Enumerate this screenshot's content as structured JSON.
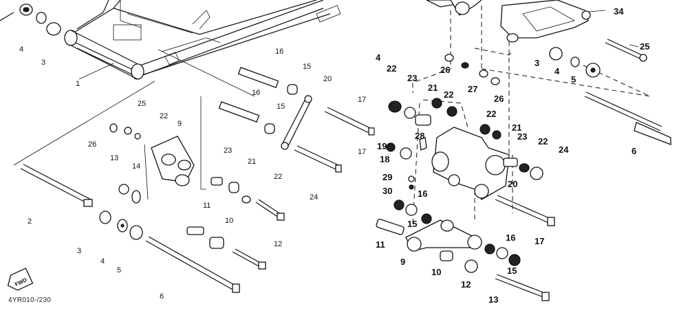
{
  "caption": "4YR010-/230",
  "badge": "FWD",
  "left_callouts": [
    {
      "n": "4"
    },
    {
      "n": "3"
    },
    {
      "n": "1"
    },
    {
      "n": "16"
    },
    {
      "n": "15"
    },
    {
      "n": "16"
    },
    {
      "n": "15"
    },
    {
      "n": "20"
    },
    {
      "n": "17"
    },
    {
      "n": "17"
    },
    {
      "n": "25"
    },
    {
      "n": "22"
    },
    {
      "n": "9"
    },
    {
      "n": "26"
    },
    {
      "n": "13"
    },
    {
      "n": "14"
    },
    {
      "n": "23"
    },
    {
      "n": "21"
    },
    {
      "n": "22"
    },
    {
      "n": "24"
    },
    {
      "n": "2"
    },
    {
      "n": "11"
    },
    {
      "n": "10"
    },
    {
      "n": "12"
    },
    {
      "n": "3"
    },
    {
      "n": "4"
    },
    {
      "n": "5"
    },
    {
      "n": "6"
    }
  ],
  "right_callouts": [
    {
      "n": "34"
    },
    {
      "n": "25"
    },
    {
      "n": "3"
    },
    {
      "n": "4"
    },
    {
      "n": "5"
    },
    {
      "n": "26"
    },
    {
      "n": "27"
    },
    {
      "n": "26"
    },
    {
      "n": "4"
    },
    {
      "n": "22"
    },
    {
      "n": "23"
    },
    {
      "n": "21"
    },
    {
      "n": "22"
    },
    {
      "n": "22"
    },
    {
      "n": "21"
    },
    {
      "n": "28"
    },
    {
      "n": "23"
    },
    {
      "n": "22"
    },
    {
      "n": "24"
    },
    {
      "n": "6"
    },
    {
      "n": "19"
    },
    {
      "n": "18"
    },
    {
      "n": "29"
    },
    {
      "n": "30"
    },
    {
      "n": "20"
    },
    {
      "n": "16"
    },
    {
      "n": "15"
    },
    {
      "n": "17"
    },
    {
      "n": "11"
    },
    {
      "n": "16"
    },
    {
      "n": "9"
    },
    {
      "n": "10"
    },
    {
      "n": "12"
    },
    {
      "n": "15"
    },
    {
      "n": "13"
    }
  ]
}
